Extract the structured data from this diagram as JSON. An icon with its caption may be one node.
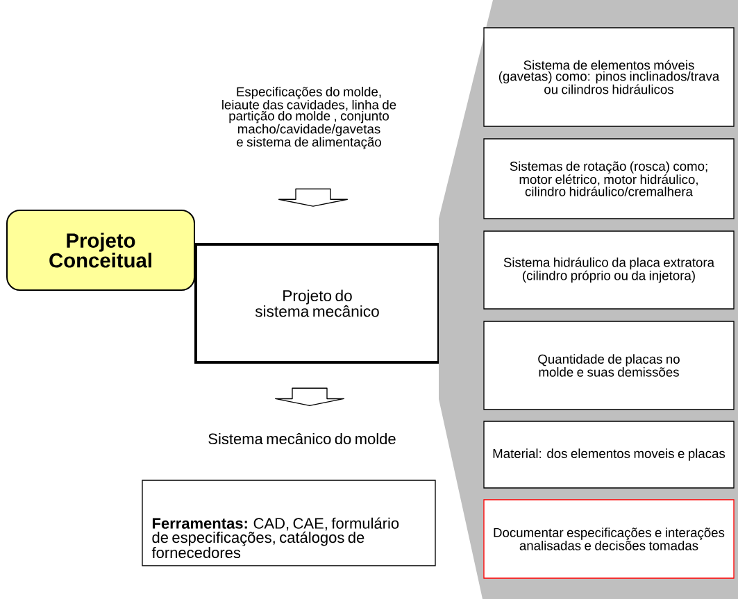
{
  "diagram": {
    "nodes": [
      {
        "text": [
          "Projeto Conceitual"
        ]
      },
      {
        "text": [
          "Especificações do molde, leiaute das cavidades, linha de partição do molde , conjunto macho/cavidade/gavetas e sistema de alimentação"
        ]
      },
      {
        "text": [
          "Projeto do sistema mecânico"
        ]
      },
      {
        "text": [
          "Sistema mecânico do molde"
        ]
      },
      {
        "text": [
          "**Ferramentas:** CAD, CAE, formulário de especificações, catálogos de fornecedores"
        ]
      },
      {
        "text": [],
        "shape": "band"
      },
      {
        "text": [
          "Sistema de elementos móveis (gavetas) como: pinos inclinados/trava ou cilindros hidráulicos"
        ],
        "in": 5
      },
      {
        "text": [
          "Sistemas de rotação (rosca) como; motor elétrico, motor hidráulico, cilindro hidráulico/cremalhera"
        ],
        "in": 5
      },
      {
        "text": [
          "Sistema hidráulico da placa extratora (cilindro próprio ou da injetora)"
        ],
        "in": 5
      },
      {
        "text": [
          "Quantidade de placas no molde e suas demissões"
        ],
        "in": 5
      },
      {
        "text": [
          "Material: dos elementos moveis e placas"
        ],
        "in": 5
      },
      {
        "text": [
          "Documentar especificações e interações analisadas e decisões tomadas"
        ],
        "in": 5
      }
    ],
    "edges": [
      {
        "from": 1,
        "to": 2,
        "arrow": "to"
      },
      {
        "from": 2,
        "to": 3,
        "arrow": "to"
      }
    ]
  }
}
